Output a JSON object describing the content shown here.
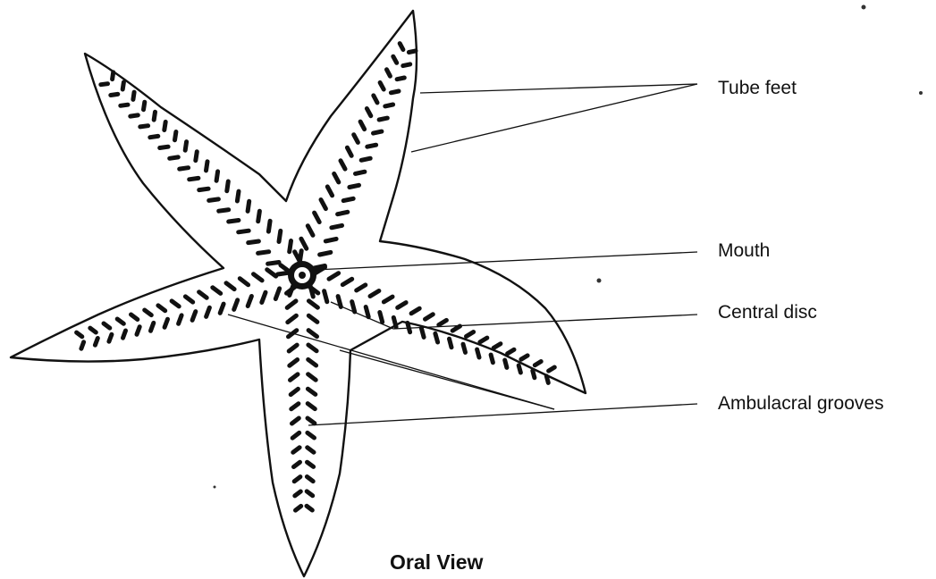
{
  "labels": {
    "tube_feet": "Tube feet",
    "mouth": "Mouth",
    "central_disc": "Central disc",
    "ambulacral_grooves": "Ambulacral grooves"
  },
  "caption": "Oral View",
  "colors": {
    "ink": "#111111",
    "background": "#ffffff"
  }
}
